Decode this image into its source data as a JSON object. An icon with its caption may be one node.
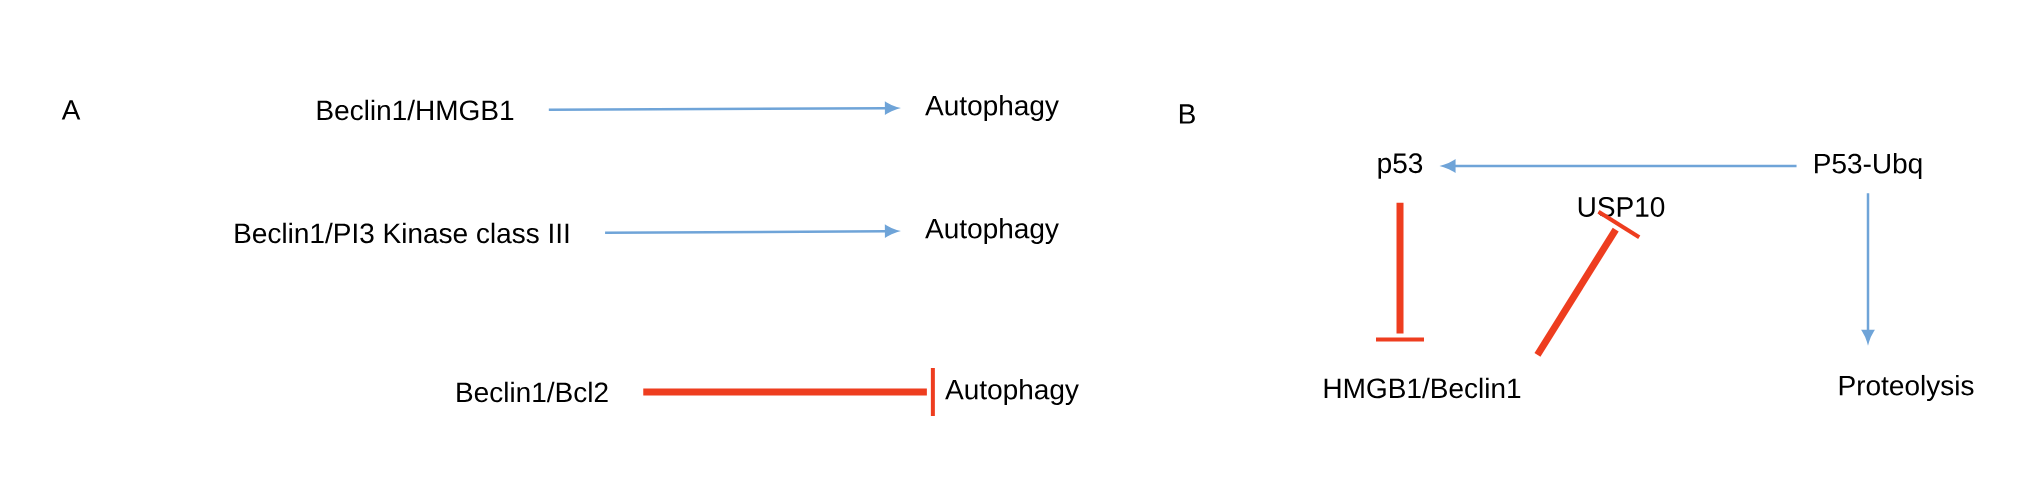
{
  "diagram": {
    "nodes": [
      {
        "text": [
          "Beclin1/HMGB1"
        ]
      },
      {
        "text": [
          "Autophagy"
        ]
      },
      {
        "text": [
          "Beclin1/PI3 Kinase class III"
        ]
      },
      {
        "text": [
          "Autophagy"
        ]
      },
      {
        "text": [
          "Beclin1/Bcl2"
        ]
      },
      {
        "text": [
          "Autophagy"
        ]
      },
      {
        "text": [
          "p53"
        ]
      },
      {
        "text": [
          "P53-Ubq"
        ]
      },
      {
        "text": [
          "USP10"
        ]
      },
      {
        "text": [
          "HMGB1/Beclin1"
        ]
      },
      {
        "text": [
          "Proteolysis"
        ]
      }
    ],
    "edges": [
      {
        "from": 0,
        "to": 1,
        "arrow": "to"
      },
      {
        "from": 2,
        "to": 3,
        "arrow": "to"
      },
      {
        "from": 4,
        "to": 5,
        "arrow": "other",
        "style": "thick",
        "color": "#ee3d1f"
      },
      {
        "from": 7,
        "to": 6,
        "arrow": "to"
      },
      {
        "from": 7,
        "to": 10,
        "arrow": "to"
      },
      {
        "from": 6,
        "to": 9,
        "arrow": "other",
        "style": "thick",
        "color": "#ee3d1f"
      },
      {
        "from": 9,
        "to": 8,
        "arrow": "other",
        "style": "thick",
        "color": "#ee3d1f"
      }
    ],
    "labels": [
      "A",
      "B"
    ]
  }
}
